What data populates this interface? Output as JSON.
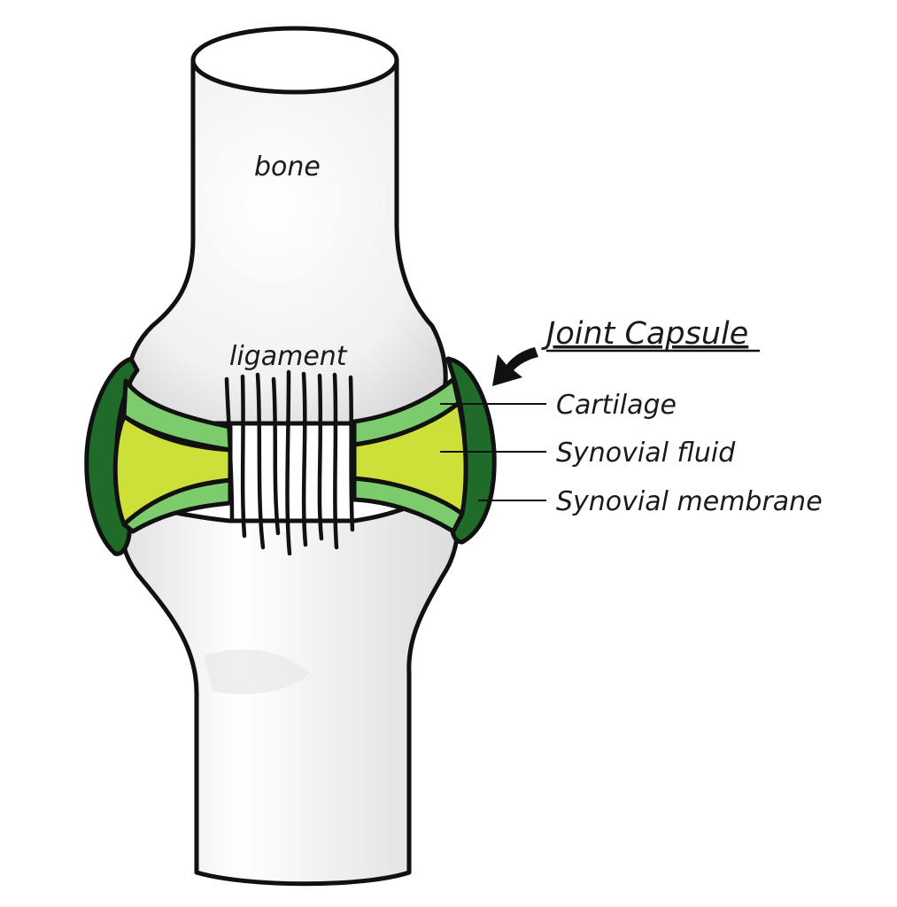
{
  "labels": {
    "bone": "bone",
    "ligament": "ligament",
    "joint_capsule": "Joint Capsule",
    "cartilage": "Cartilage",
    "synovial_fluid": "Synovial fluid",
    "synovial_membrane": "Synovial membrane"
  },
  "colors": {
    "bone": "#f2f2f2",
    "outline": "#111111",
    "synovial_membrane": "#1f6b2a",
    "cartilage": "#7ccc6e",
    "synovial_fluid": "#cde03a"
  }
}
